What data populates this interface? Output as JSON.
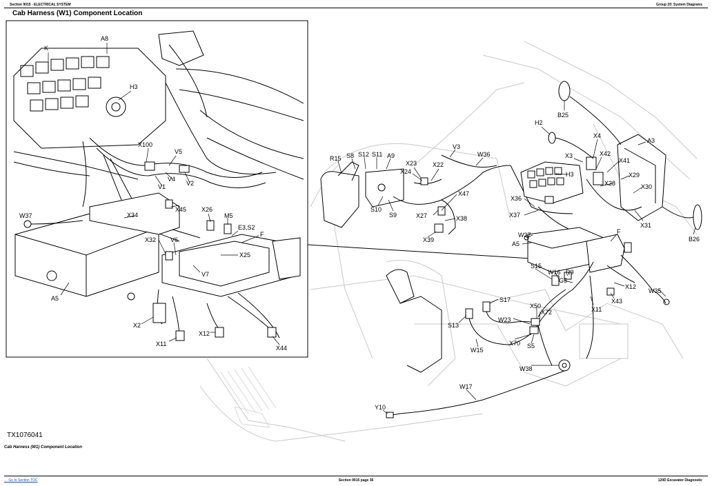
{
  "header": {
    "left": "Section 9015 - ELECTRICAL SYSTEM",
    "right": "Group 20: System Diagrams"
  },
  "title": "Cab Harness (W1) Component Location",
  "figure_id": "TX1076041",
  "caption": "Cab Harness (W1) Component Location",
  "footer": {
    "link": "← Go to Section TOC",
    "center": "Section 9015 page 36",
    "right": "120D Excavator Diagnostic"
  },
  "inset_labels": [
    "A8",
    "K",
    "H3",
    "X100",
    "V5",
    "V4",
    "V2",
    "V1",
    "X45",
    "X26",
    "M5",
    "E3,S2",
    "F",
    "W37",
    "X34",
    "X32",
    "V6",
    "V7",
    "X25",
    "A5",
    "X2",
    "X11",
    "X12",
    "X44"
  ],
  "main_labels": [
    "R15",
    "S8",
    "S12",
    "S11",
    "A9",
    "V3",
    "W36",
    "X23",
    "X22",
    "X24",
    "S10",
    "S9",
    "X47",
    "X27",
    "X38",
    "X39",
    "H2",
    "B25",
    "X4",
    "X3",
    "X42",
    "A3",
    "X41",
    "X29",
    "H3",
    "X28",
    "X30",
    "X36",
    "X37",
    "X31",
    "B26",
    "W37",
    "A5",
    "F",
    "S15",
    "W16",
    "R9",
    "G5",
    "X12",
    "W35",
    "X43",
    "X11",
    "S17",
    "S13",
    "X50",
    "X72",
    "W23",
    "X70",
    "S5",
    "W15",
    "W38",
    "W17",
    "Y10"
  ]
}
